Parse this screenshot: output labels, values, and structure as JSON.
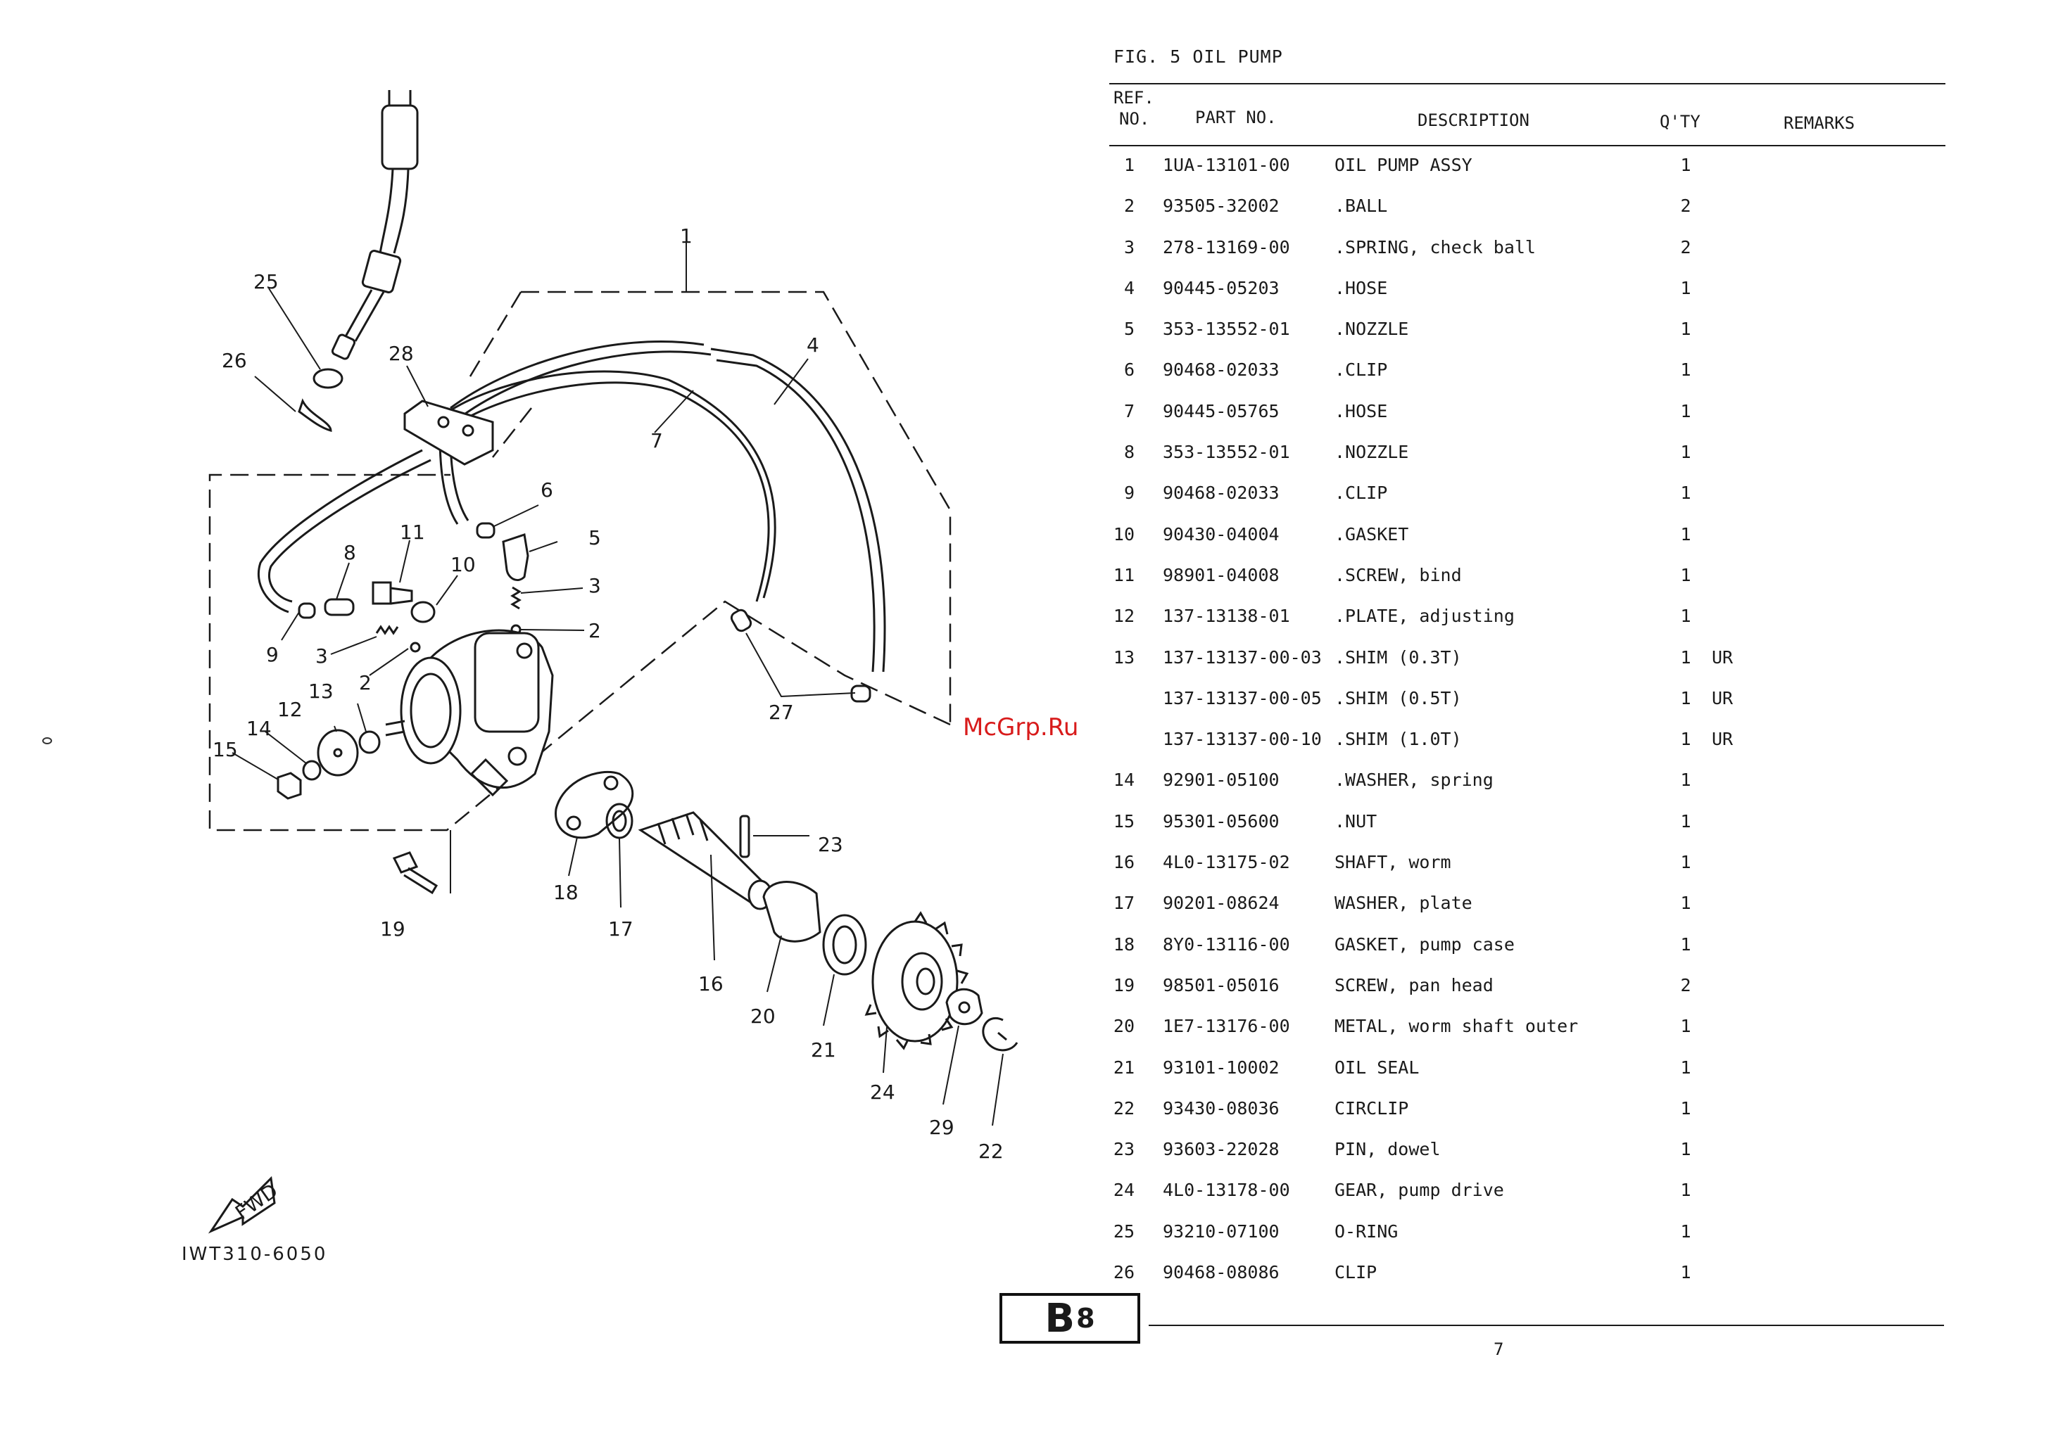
{
  "figure": {
    "title": "FIG.  5  OIL PUMP",
    "drawing_code": "IWT310-6050",
    "page_badge_main": "B",
    "page_badge_sub": "8",
    "page_number": "7",
    "watermark": "McGrp.Ru",
    "fwd_label": "FWD"
  },
  "table": {
    "headers": {
      "ref": "REF.",
      "ref_no": "NO.",
      "part_no": "PART NO.",
      "description": "DESCRIPTION",
      "qty": "Q'TY",
      "remarks": "REMARKS"
    },
    "rows": [
      {
        "ref": "1",
        "part_no": "1UA-13101-00",
        "description": "OIL PUMP ASSY",
        "qty": "1",
        "remarks": ""
      },
      {
        "ref": "2",
        "part_no": "93505-32002",
        "description": ".BALL",
        "qty": "2",
        "remarks": ""
      },
      {
        "ref": "3",
        "part_no": "278-13169-00",
        "description": ".SPRING, check ball",
        "qty": "2",
        "remarks": ""
      },
      {
        "ref": "4",
        "part_no": "90445-05203",
        "description": ".HOSE",
        "qty": "1",
        "remarks": ""
      },
      {
        "ref": "5",
        "part_no": "353-13552-01",
        "description": ".NOZZLE",
        "qty": "1",
        "remarks": ""
      },
      {
        "ref": "6",
        "part_no": "90468-02033",
        "description": ".CLIP",
        "qty": "1",
        "remarks": ""
      },
      {
        "ref": "7",
        "part_no": "90445-05765",
        "description": ".HOSE",
        "qty": "1",
        "remarks": ""
      },
      {
        "ref": "8",
        "part_no": "353-13552-01",
        "description": ".NOZZLE",
        "qty": "1",
        "remarks": ""
      },
      {
        "ref": "9",
        "part_no": "90468-02033",
        "description": ".CLIP",
        "qty": "1",
        "remarks": ""
      },
      {
        "ref": "10",
        "part_no": "90430-04004",
        "description": ".GASKET",
        "qty": "1",
        "remarks": ""
      },
      {
        "ref": "11",
        "part_no": "98901-04008",
        "description": ".SCREW, bind",
        "qty": "1",
        "remarks": ""
      },
      {
        "ref": "12",
        "part_no": "137-13138-01",
        "description": ".PLATE, adjusting",
        "qty": "1",
        "remarks": ""
      },
      {
        "ref": "13",
        "part_no": "137-13137-00-03",
        "description": ".SHIM (0.3T)",
        "qty": "1",
        "remarks": "UR"
      },
      {
        "ref": "",
        "part_no": "137-13137-00-05",
        "description": ".SHIM (0.5T)",
        "qty": "1",
        "remarks": "UR"
      },
      {
        "ref": "",
        "part_no": "137-13137-00-10",
        "description": ".SHIM (1.0T)",
        "qty": "1",
        "remarks": "UR"
      },
      {
        "ref": "14",
        "part_no": "92901-05100",
        "description": ".WASHER, spring",
        "qty": "1",
        "remarks": ""
      },
      {
        "ref": "15",
        "part_no": "95301-05600",
        "description": ".NUT",
        "qty": "1",
        "remarks": ""
      },
      {
        "ref": "16",
        "part_no": "4L0-13175-02",
        "description": "SHAFT, worm",
        "qty": "1",
        "remarks": ""
      },
      {
        "ref": "17",
        "part_no": "90201-08624",
        "description": "WASHER, plate",
        "qty": "1",
        "remarks": ""
      },
      {
        "ref": "18",
        "part_no": "8Y0-13116-00",
        "description": "GASKET, pump case",
        "qty": "1",
        "remarks": ""
      },
      {
        "ref": "19",
        "part_no": "98501-05016",
        "description": "SCREW, pan head",
        "qty": "2",
        "remarks": ""
      },
      {
        "ref": "20",
        "part_no": "1E7-13176-00",
        "description": "METAL, worm shaft outer",
        "qty": "1",
        "remarks": ""
      },
      {
        "ref": "21",
        "part_no": "93101-10002",
        "description": "OIL SEAL",
        "qty": "1",
        "remarks": ""
      },
      {
        "ref": "22",
        "part_no": "93430-08036",
        "description": "CIRCLIP",
        "qty": "1",
        "remarks": ""
      },
      {
        "ref": "23",
        "part_no": "93603-22028",
        "description": "PIN, dowel",
        "qty": "1",
        "remarks": ""
      },
      {
        "ref": "24",
        "part_no": "4L0-13178-00",
        "description": "GEAR, pump drive",
        "qty": "1",
        "remarks": ""
      },
      {
        "ref": "25",
        "part_no": "93210-07100",
        "description": "O-RING",
        "qty": "1",
        "remarks": ""
      },
      {
        "ref": "26",
        "part_no": "90468-08086",
        "description": "CLIP",
        "qty": "1",
        "remarks": ""
      }
    ]
  },
  "callouts": [
    "1",
    "2",
    "2",
    "3",
    "3",
    "4",
    "5",
    "6",
    "7",
    "8",
    "9",
    "10",
    "11",
    "12",
    "13",
    "14",
    "15",
    "16",
    "17",
    "18",
    "19",
    "20",
    "21",
    "22",
    "23",
    "24",
    "25",
    "26",
    "27",
    "28",
    "29"
  ]
}
